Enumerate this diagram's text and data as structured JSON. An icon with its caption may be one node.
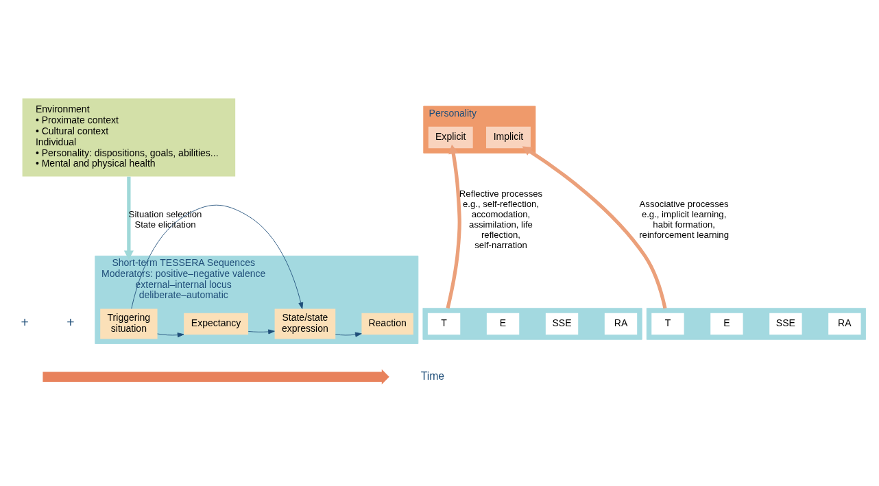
{
  "diagram": {
    "nodes": [
      {
        "text": [
          "Environment",
          "• Proximate context",
          "• Cultural context",
          "Individual",
          "• Personality: dispositions, goals, abilities...",
          "• Mental and physical health"
        ]
      },
      {
        "text": [
          "Personality"
        ]
      },
      {
        "text": [
          "Explicit"
        ],
        "in": 1
      },
      {
        "text": [
          "Implicit"
        ],
        "in": 1
      },
      {
        "text": [
          "Short-term TESSERA Sequences",
          "Moderators: positive–negative valence external–internal locus deliberate–automatic"
        ]
      },
      {
        "text": [
          "Triggering situation"
        ],
        "in": 4
      },
      {
        "text": [
          "Expectancy"
        ],
        "in": 4
      },
      {
        "text": [
          "State/state expression"
        ],
        "in": 4
      },
      {
        "text": [
          "Reaction"
        ],
        "in": 4
      },
      {
        "text": [],
        "shape": "box"
      },
      {
        "text": [
          "T"
        ],
        "in": 9
      },
      {
        "text": [
          "E"
        ],
        "in": 9
      },
      {
        "text": [
          "SSE"
        ],
        "in": 9
      },
      {
        "text": [
          "RA"
        ],
        "in": 9
      },
      {
        "text": [],
        "shape": "box"
      },
      {
        "text": [
          "T"
        ],
        "in": 14
      },
      {
        "text": [
          "E"
        ],
        "in": 14
      },
      {
        "text": [
          "SSE"
        ],
        "in": 14
      },
      {
        "text": [
          "RA"
        ],
        "in": 14
      },
      {
        "text": [],
        "shape": "arrow",
        "beside": [
          "Time"
        ]
      }
    ],
    "edges": [
      {
        "from": 0,
        "to": 4,
        "arrow": "to",
        "label": "Situation selection State elicitation",
        "style": "thick",
        "color": "#9fd8d8"
      },
      {
        "from": 9,
        "to": 2,
        "arrow": "to",
        "label": "Reflective processes e.g., self-reflection, accomodation, assimilation, life reflection, self-narration",
        "style": "thick",
        "color": "#eba07a"
      },
      {
        "from": 14,
        "to": 3,
        "arrow": "to",
        "label": "Associative processes e.g., implicit learning, habit formation, reinforcement learning",
        "style": "thick",
        "color": "#eba07a"
      },
      {
        "from": 5,
        "to": 7,
        "arrow": "to"
      },
      {
        "from": 5,
        "to": 6,
        "arrow": "to"
      },
      {
        "from": 6,
        "to": 7,
        "arrow": "to"
      },
      {
        "from": 7,
        "to": 8,
        "arrow": "to"
      }
    ],
    "labels": [
      "+",
      "+"
    ]
  }
}
